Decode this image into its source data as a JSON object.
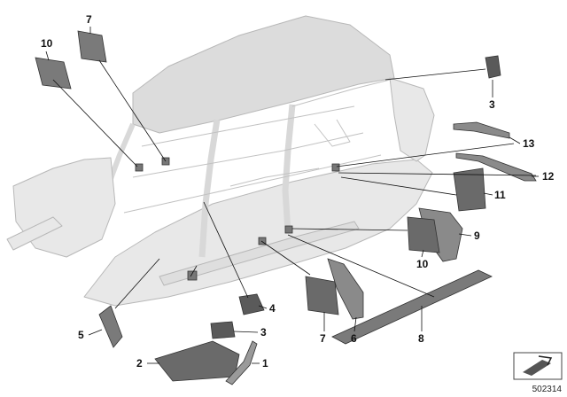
{
  "diagram": {
    "reference_number": "502314",
    "callouts": [
      {
        "id": "c10-top",
        "label": "10"
      },
      {
        "id": "c7-top",
        "label": "7"
      },
      {
        "id": "c3-top",
        "label": "3"
      },
      {
        "id": "c13",
        "label": "13"
      },
      {
        "id": "c12",
        "label": "12"
      },
      {
        "id": "c11",
        "label": "11"
      },
      {
        "id": "c9",
        "label": "9"
      },
      {
        "id": "c10-mid",
        "label": "10"
      },
      {
        "id": "c4",
        "label": "4"
      },
      {
        "id": "c3-mid",
        "label": "3"
      },
      {
        "id": "c5",
        "label": "5"
      },
      {
        "id": "c2",
        "label": "2"
      },
      {
        "id": "c1",
        "label": "1"
      },
      {
        "id": "c7-low",
        "label": "7"
      },
      {
        "id": "c6",
        "label": "6"
      },
      {
        "id": "c8",
        "label": "8"
      }
    ],
    "colors": {
      "body_fill": "#e6e6e6",
      "body_line": "#b5b5b5",
      "part_fill": "#7a7a7a",
      "part_dark": "#4a4a4a",
      "leader": "#111111",
      "text": "#111111"
    }
  }
}
